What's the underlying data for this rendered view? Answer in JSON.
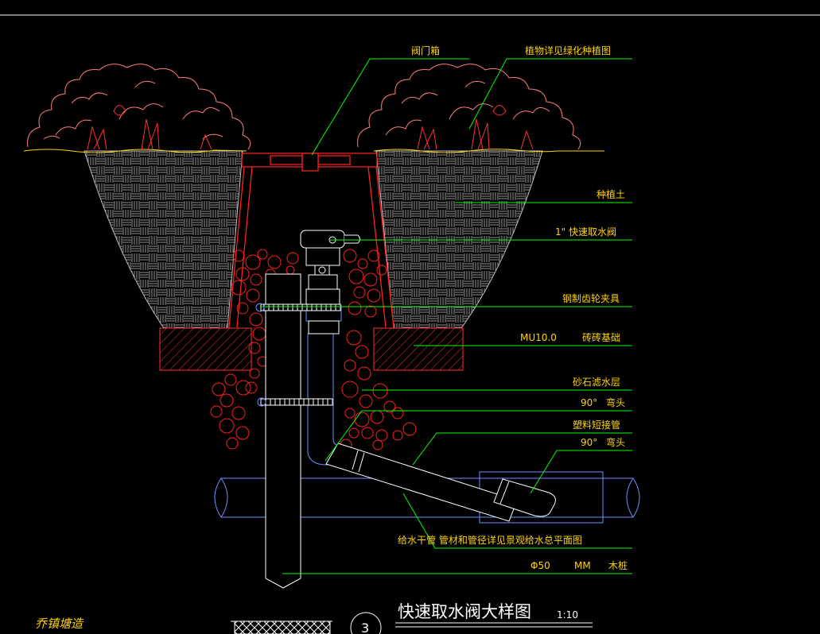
{
  "drawing": {
    "title": "快速取水阀大样图",
    "scale": "1:10",
    "detail_number": "3",
    "bottom_left_note": "乔镇塘造"
  },
  "labels": {
    "valve_box": "阀门箱",
    "plants": "植物详见绿化种植图",
    "planting_soil": "种植土",
    "quick_valve": "1\"  快速取水阀",
    "steel_clamp": "钢制齿轮夹具",
    "brick_base_code": "MU10.0",
    "brick_base": "砖砖基础",
    "gravel_layer": "砂石滤水层",
    "elbow_90_a_value": "90°",
    "elbow_90_a": "弯头",
    "plastic_pipe": "塑料短接管",
    "elbow_90_b_value": "90°",
    "elbow_90_b": "弯头",
    "main_pipe": "给水干管  管材和管径详见景观给水总平面图",
    "wood_stake_dia": "Φ50",
    "wood_stake_unit": "MM",
    "wood_stake": "木桩"
  },
  "colors": {
    "background": "#000000",
    "leader": "#00ff00",
    "label": "#ffd400",
    "plants": "#ff7f7f",
    "soil": "#c0c0c0",
    "box": "#ff2020",
    "pipe": "#6f8fff",
    "pipe_white": "#ffffff",
    "ground_line": "#ffd400",
    "brick": "#ff3030",
    "gravel": "#ff2020"
  }
}
